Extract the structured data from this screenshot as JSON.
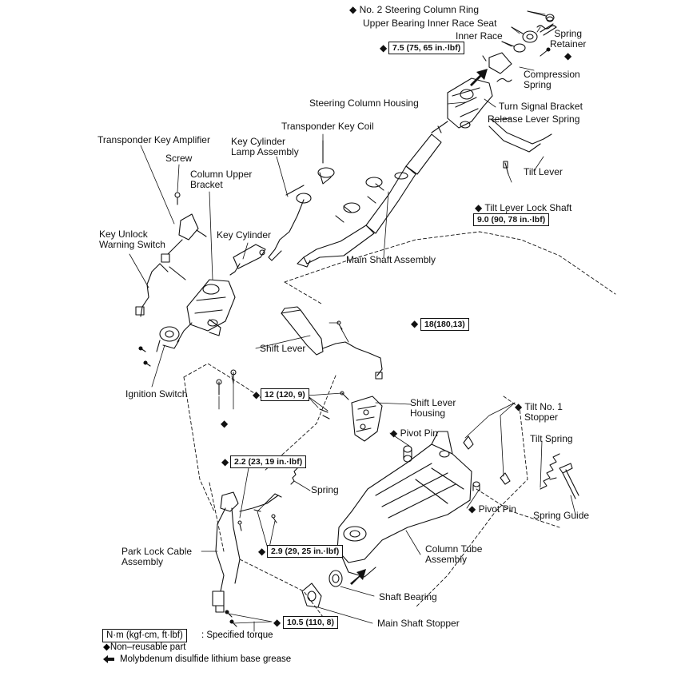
{
  "labels": {
    "no2_ring": "No. 2 Steering Column Ring",
    "upper_seat": "Upper Bearing Inner Race Seat",
    "inner_race": "Inner Race",
    "spring_retainer_1": "Spring",
    "spring_retainer_2": "Retainer",
    "compression_1": "Compression",
    "compression_2": "Spring",
    "column_housing": "Steering Column Housing",
    "turn_signal": "Turn Signal Bracket",
    "release_spring": "Release Lever Spring",
    "tilt_lever": "Tilt Lever",
    "tilt_lock_shaft": "Tilt Lever Lock Shaft",
    "key_coil": "Transponder Key Coil",
    "key_amp": "Transponder Key Amplifier",
    "screw": "Screw",
    "key_lamp_1": "Key Cylinder",
    "key_lamp_2": "Lamp Assembly",
    "col_bracket_1": "Column Upper",
    "col_bracket_2": "Bracket",
    "key_unlock_1": "Key Unlock",
    "key_unlock_2": "Warning Switch",
    "key_cylinder": "Key Cylinder",
    "main_shaft": "Main Shaft Assembly",
    "shift_lever": "Shift Lever",
    "ignition": "Ignition Switch",
    "shift_housing_1": "Shift Lever",
    "shift_housing_2": "Housing",
    "tilt_stopper_1": "Tilt No. 1",
    "tilt_stopper_2": "Stopper",
    "pivot_pin_1": "Pivot Pin",
    "tilt_spring": "Tilt Spring",
    "spring": "Spring",
    "pivot_pin_2": "Pivot Pin",
    "spring_guide": "Spring Guide",
    "park_lock_1": "Park Lock Cable",
    "park_lock_2": "Assembly",
    "column_tube_1": "Column Tube",
    "column_tube_2": "Assembly",
    "shaft_bearing": "Shaft Bearing",
    "main_stopper": "Main Shaft Stopper"
  },
  "torques": {
    "t_7_5": "7.5 (75, 65 in.·lbf)",
    "t_9_0": "9.0 (90, 78 in.·lbf)",
    "t_18": "18(180,13)",
    "t_12": "12 (120, 9)",
    "t_2_2": "2.2 (23, 19 in.·lbf)",
    "t_2_9": "2.9 (29, 25 in.·lbf)",
    "t_10_5": "10.5 (110, 8)"
  },
  "legend": {
    "unit": "N·m (kgf·cm, ft·lbf)",
    "unit_desc": ": Specified torque",
    "nonreusable": "Non–reusable part",
    "grease": "Molybdenum disulfide lithium base grease"
  },
  "symbols": {
    "diamond": "◆"
  }
}
